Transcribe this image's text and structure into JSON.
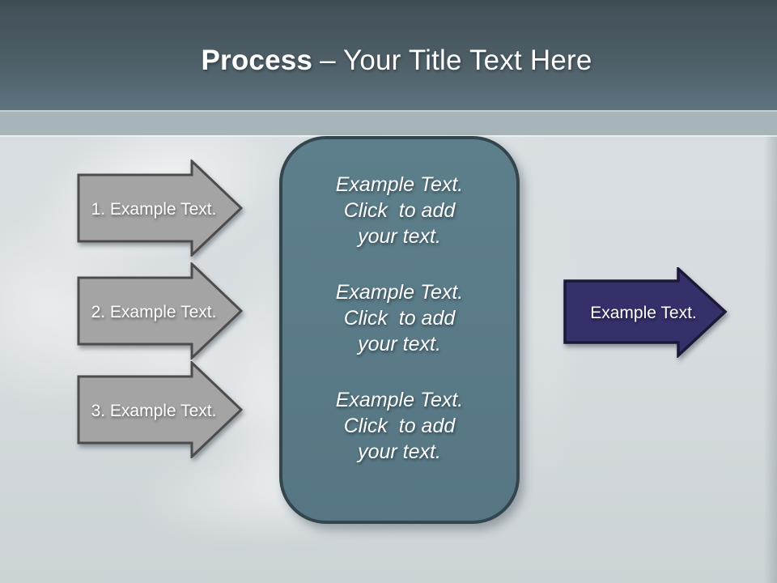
{
  "title": {
    "bold": "Process",
    "rest": "– Your Title Text Here"
  },
  "steps": [
    {
      "label": "1. Example Text."
    },
    {
      "label": "2. Example Text."
    },
    {
      "label": "3. Example Text."
    }
  ],
  "panel": {
    "blocks": [
      [
        "Example Text.",
        "Click  to add",
        "your text."
      ],
      [
        "Example Text.",
        "Click  to add",
        "your text."
      ],
      [
        "Example Text.",
        "Click  to add",
        "your text."
      ]
    ]
  },
  "result_arrow": {
    "label": "Example Text."
  },
  "colors": {
    "header_top": "#44525a",
    "header_bottom": "#5d7480",
    "band": "#a7b4b8",
    "bg": "#d8dee1",
    "panel_fill": "#5a7b87",
    "panel_border": "#33464e",
    "step_fill": "#a4a4a4",
    "step_border": "#4c4c4c",
    "result_fill": "#34306a",
    "result_border": "#1a1a38",
    "text_light": "#ffffff"
  }
}
